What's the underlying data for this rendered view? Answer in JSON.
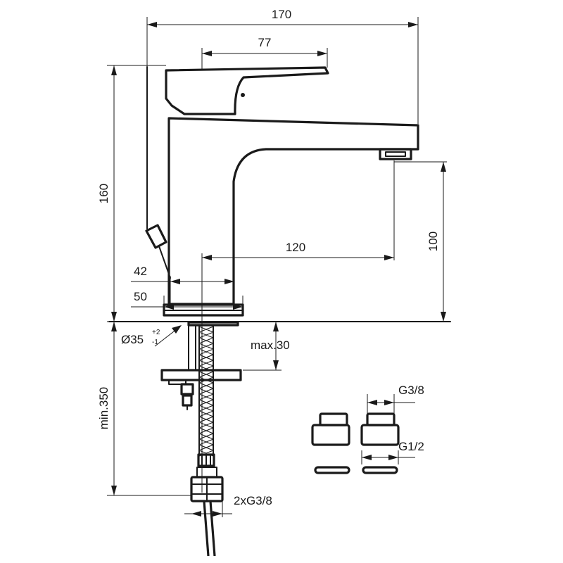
{
  "dimensions": {
    "total_length": "170",
    "lever_length": "77",
    "total_height": "160",
    "spout_height": "100",
    "spout_reach": "120",
    "body_width_inner": "42",
    "body_width_outer": "50",
    "hole_diameter": "Ø35",
    "hole_tol_plus": "+2",
    "hole_tol_minus": "-1",
    "max_thickness": "max.30",
    "min_hose_length": "min.350",
    "hose_thread": "2xG3/8",
    "adapter_thread_top": "G3/8",
    "adapter_thread_bottom": "G1/2"
  }
}
